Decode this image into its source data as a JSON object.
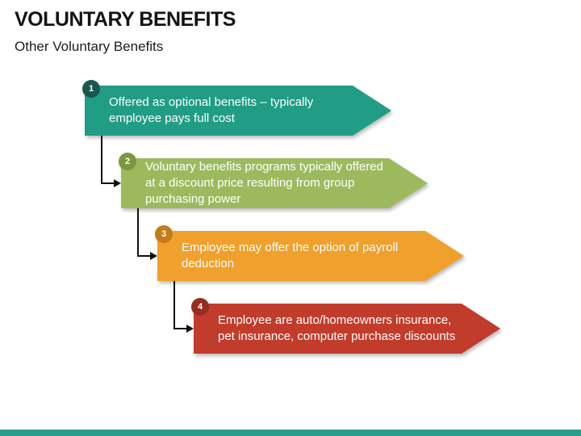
{
  "slide": {
    "title": "VOLUNTARY BENEFITS",
    "subtitle": "Other Voluntary Benefits"
  },
  "steps": [
    {
      "number": "1",
      "text": "Offered as optional benefits – typically employee pays full cost",
      "lines": [
        "Offered as optional benefits – typically",
        "employee pays full cost"
      ],
      "arrow_color": "#219C85",
      "badge_color": "#18584B"
    },
    {
      "number": "2",
      "text": "Voluntary benefits programs typically offered at a discount price resulting from group purchasing power",
      "lines": [
        "Voluntary benefits programs typically offered",
        "at a discount price resulting from group",
        "purchasing power"
      ],
      "arrow_color": "#9CBA5D",
      "badge_color": "#7A983D"
    },
    {
      "number": "3",
      "text": "Employee may offer the option of payroll deduction",
      "lines": [
        "Employee may offer the option of payroll",
        "deduction"
      ],
      "arrow_color": "#F0A02C",
      "badge_color": "#C47C19"
    },
    {
      "number": "4",
      "text": "Employee are auto/homeowners insurance, pet insurance, computer purchase discounts",
      "lines": [
        "Employee are auto/homeowners insurance,",
        "pet insurance, computer purchase discounts"
      ],
      "arrow_color": "#C23C2B",
      "badge_color": "#952E21"
    }
  ],
  "colors": {
    "connector": "#111111",
    "footer_bar": "#2A9E8B",
    "text_on_arrow": "#FFFFFF"
  }
}
